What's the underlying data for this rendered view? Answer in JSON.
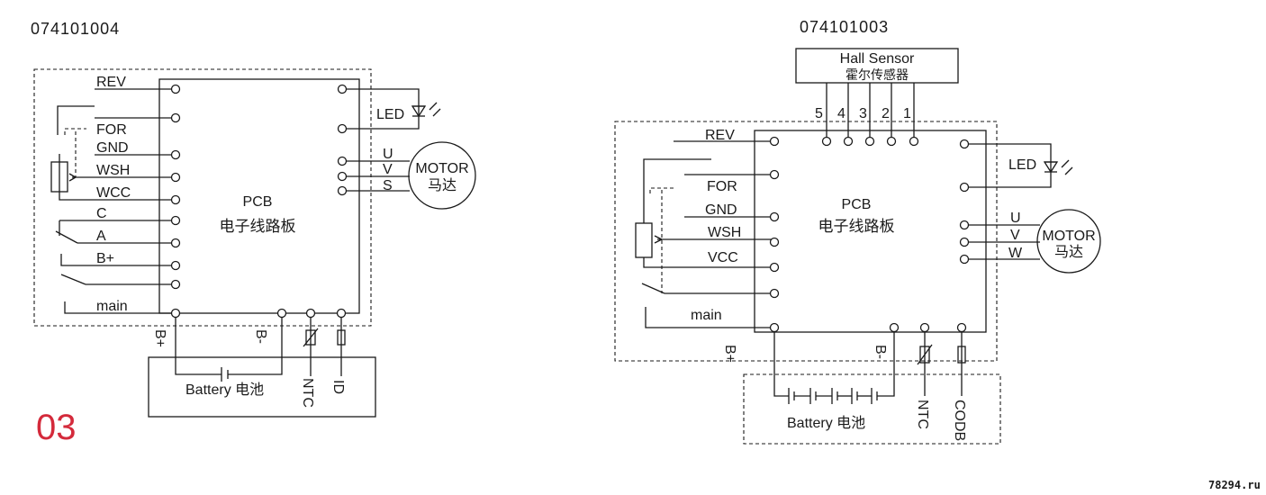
{
  "left": {
    "code": "074101004",
    "pcb_title": "PCB",
    "pcb_subtitle": "电子线路板",
    "pins_left": [
      "REV",
      "FOR",
      "GND",
      "WSH",
      "WCC",
      "C",
      "A",
      "B+",
      "main"
    ],
    "led": "LED",
    "motor_pins": [
      "U",
      "V",
      "S"
    ],
    "motor_label": "MOTOR",
    "motor_sub": "马达",
    "bplus": "B+",
    "bminus": "B-",
    "battery": "Battery 电池",
    "ntc": "NTC",
    "id": "ID"
  },
  "right": {
    "code": "074101003",
    "hall_title": "Hall Sensor",
    "hall_subtitle": "霍尔传感器",
    "hall_pins": [
      "5",
      "4",
      "3",
      "2",
      "1"
    ],
    "pcb_title": "PCB",
    "pcb_subtitle": "电子线路板",
    "pins_left": [
      "REV",
      "FOR",
      "GND",
      "WSH",
      "VCC",
      "main"
    ],
    "led": "LED",
    "motor_pins": [
      "U",
      "V",
      "W"
    ],
    "motor_label": "MOTOR",
    "motor_sub": "马达",
    "bplus": "B+",
    "bminus": "B-",
    "battery": "Battery 电池",
    "ntc": "NTC",
    "codb": "CODB"
  },
  "page_number": "03",
  "watermark": "78294.ru",
  "colors": {
    "line": "#1a1a1a",
    "page_number": "#d42a3b"
  }
}
